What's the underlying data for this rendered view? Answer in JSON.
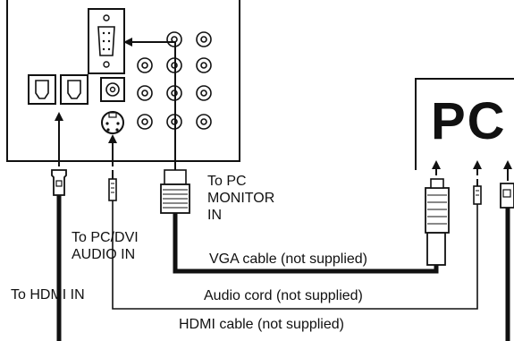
{
  "device_label": "PC",
  "labels": {
    "to_pc_monitor_in": "To PC\nMONITOR\nIN",
    "to_pc_dvi_audio_in": "To PC/DVI\nAUDIO IN",
    "to_hdmi_in": "To HDMI IN",
    "vga_cable": "VGA cable (not supplied)",
    "audio_cord": "Audio cord (not supplied)",
    "hdmi_cable": "HDMI cable (not supplied)"
  }
}
